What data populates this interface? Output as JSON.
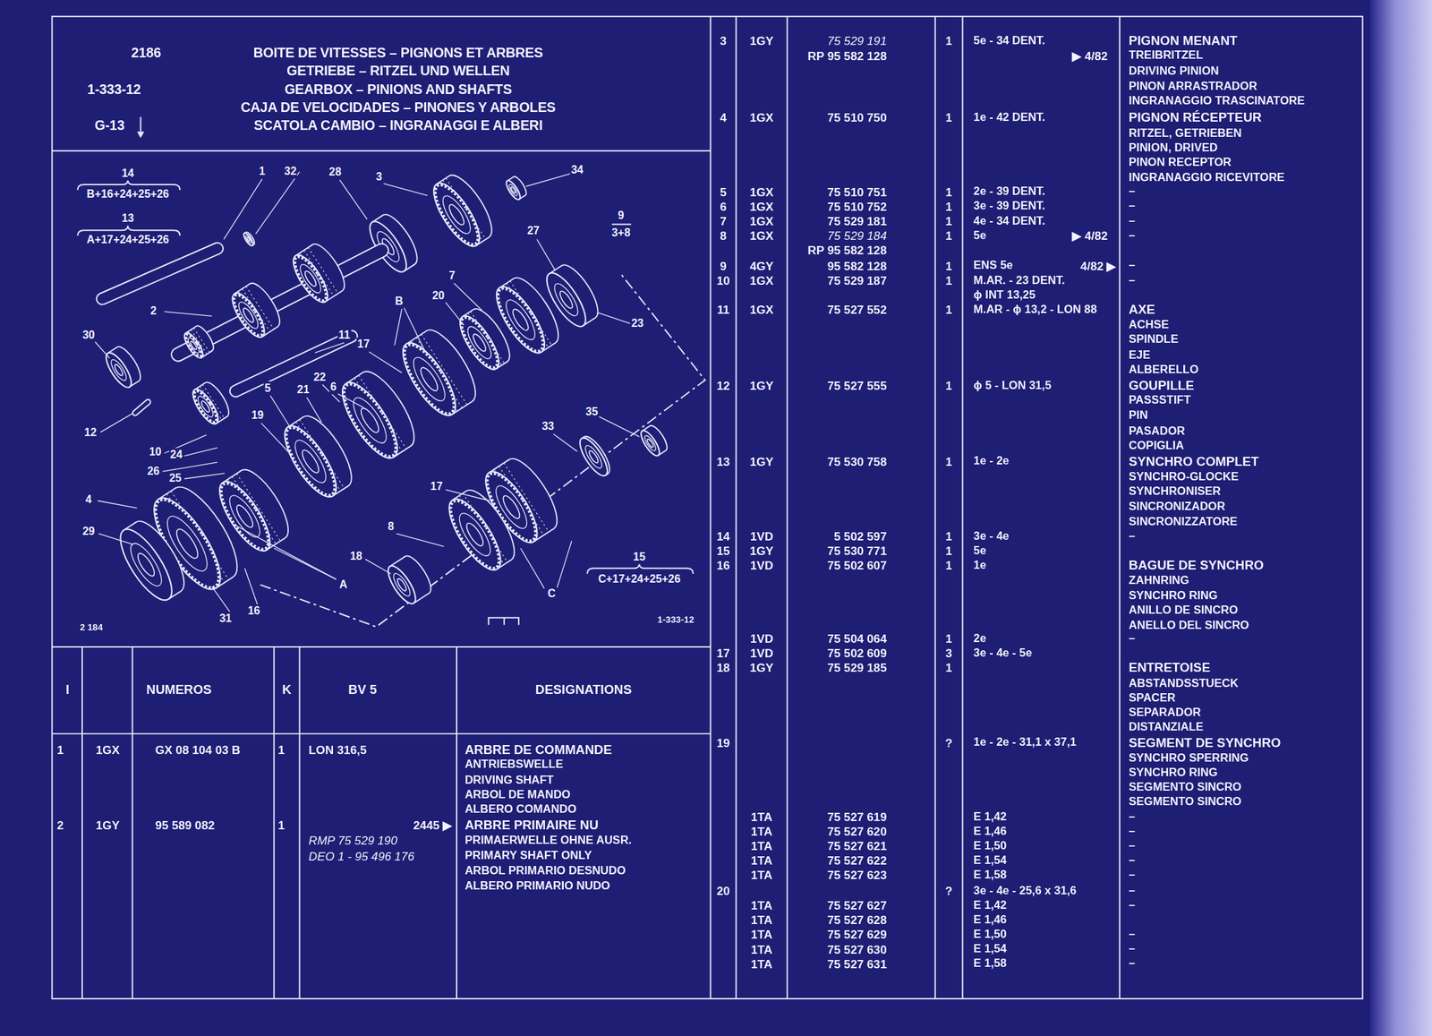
{
  "diagram": {
    "title": "BOITE DE VITESSES – PIGNONS ET ARBRES",
    "labels": [
      "2186",
      "GETRIEBE – RITZEL UND WELLEN",
      "GEARBOX – PINIONS AND SHAFTS",
      "CAJA DE VELOCIDADES – PINONES Y ARBOLES",
      "SCATOLA CAMBIO – INGRANAGGI E ALBERI",
      "1-333-12",
      "G-13",
      "14",
      "B+16+24+25+26",
      "13",
      "A+17+24+25+26",
      "1",
      "32",
      "28",
      "3",
      "34",
      "9",
      "3+8",
      "27",
      "2",
      "30",
      "11",
      "7",
      "20",
      "B",
      "23",
      "17",
      "22",
      "6",
      "5",
      "21",
      "19",
      "35",
      "33",
      "12",
      "10",
      "24",
      "26",
      "25",
      "17",
      "4",
      "29",
      "8",
      "18",
      "15",
      "C+17+24+25+26",
      "A",
      "C",
      "31",
      "16",
      "2 184",
      "1-333-12",
      "I",
      "NUMEROS",
      "K",
      "BV 5",
      "DESIGNATIONS",
      "1",
      "1GX",
      "GX 08 104 03 B",
      "1",
      "LON 316,5",
      "ARBRE DE COMMANDE",
      "ANTRIEBSWELLE",
      "DRIVING SHAFT",
      "ARBOL DE MANDO",
      "ALBERO COMANDO",
      "2",
      "1GY",
      "95 589 082",
      "1",
      "2445 ▶",
      "ARBRE PRIMAIRE NU",
      "RMP 75 529 190",
      "PRIMAERWELLE OHNE AUSR.",
      "DEO 1 - 95 496 176",
      "PRIMARY SHAFT ONLY",
      "ARBOL PRIMARIO DESNUDO",
      "ALBERO PRIMARIO NUDO",
      "3",
      "1GY",
      "75 529 191",
      "1",
      "5e - 34 DENT.",
      "PIGNON MENANT",
      "RP 95 582 128",
      "▶ 4/82",
      "TREIBRITZEL",
      "DRIVING PINION",
      "PINON ARRASTRADOR",
      "INGRANAGGIO TRASCINATORE",
      "4",
      "1GX",
      "75 510 750",
      "1",
      "1e - 42 DENT.",
      "PIGNON RÉCEPTEUR",
      "RITZEL, GETRIEBEN",
      "PINION, DRIVED",
      "PINON RECEPTOR",
      "INGRANAGGIO RICEVITORE",
      "5",
      "1GX",
      "75 510 751",
      "1",
      "2e - 39 DENT.",
      "–",
      "6",
      "1GX",
      "75 510 752",
      "1",
      "3e - 39 DENT.",
      "–",
      "7",
      "1GX",
      "75 529 181",
      "1",
      "4e - 34 DENT.",
      "–",
      "8",
      "1GX",
      "75 529 184",
      "1",
      "5e",
      "▶ 4/82",
      "–",
      "RP 95 582 128",
      "9",
      "4GY",
      "95 582 128",
      "1",
      "ENS 5e",
      "4/82 ▶",
      "–",
      "10",
      "1GX",
      "75 529 187",
      "1",
      "M.AR. - 23 DENT.",
      "–",
      "ϕ INT 13,25",
      "11",
      "1GX",
      "75 527 552",
      "1",
      "M.AR - ϕ 13,2 - LON 88",
      "AXE",
      "ACHSE",
      "SPINDLE",
      "EJE",
      "ALBERELLO",
      "12",
      "1GY",
      "75 527 555",
      "1",
      "ϕ 5 - LON 31,5",
      "GOUPILLE",
      "PASSSTIFT",
      "PIN",
      "PASADOR",
      "COPIGLIA",
      "13",
      "1GY",
      "75 530 758",
      "1",
      "1e - 2e",
      "SYNCHRO COMPLET",
      "SYNCHRO-GLOCKE",
      "SYNCHRONISER",
      "SINCRONIZADOR",
      "SINCRONIZZATORE",
      "14",
      "1VD",
      "5 502 597",
      "1",
      "3e - 4e",
      "–",
      "15",
      "1GY",
      "75 530 771",
      "1",
      "5e",
      "16",
      "1VD",
      "75 502 607",
      "1",
      "1e",
      "BAGUE DE SYNCHRO",
      "ZAHNRING",
      "SYNCHRO RING",
      "ANILLO DE SINCRO",
      "ANELLO DEL SINCRO",
      "1VD",
      "75 504 064",
      "1",
      "2e",
      "–",
      "17",
      "1VD",
      "75 502 609",
      "3",
      "3e - 4e - 5e",
      "18",
      "1GY",
      "75 529 185",
      "1",
      "ENTRETOISE",
      "ABSTANDSSTUECK",
      "SPACER",
      "SEPARADOR",
      "DISTANZIALE",
      "19",
      "?",
      "1e - 2e - 31,1 x 37,1",
      "SEGMENT DE SYNCHRO",
      "SYNCHRO SPERRING",
      "SYNCHRO RING",
      "SEGMENTO SINCRO",
      "SEGMENTO SINCRO",
      "1TA",
      "75 527 619",
      "E 1,42",
      "–",
      "1TA",
      "75 527 620",
      "E 1,46",
      "–",
      "1TA",
      "75 527 621",
      "E 1,50",
      "–",
      "1TA",
      "75 527 622",
      "E 1,54",
      "–",
      "1TA",
      "75 527 623",
      "E 1,58",
      "–",
      "20",
      "?",
      "3e - 4e - 25,6 x 31,6",
      "–",
      "1TA",
      "75 527 627",
      "E 1,42",
      "–",
      "1TA",
      "75 527 628",
      "E 1,46",
      "1TA",
      "75 527 629",
      "E 1,50",
      "–",
      "1TA",
      "75 527 630",
      "E 1,54",
      "–",
      "1TA",
      "75 527 631",
      "E 1,58",
      "–"
    ]
  }
}
